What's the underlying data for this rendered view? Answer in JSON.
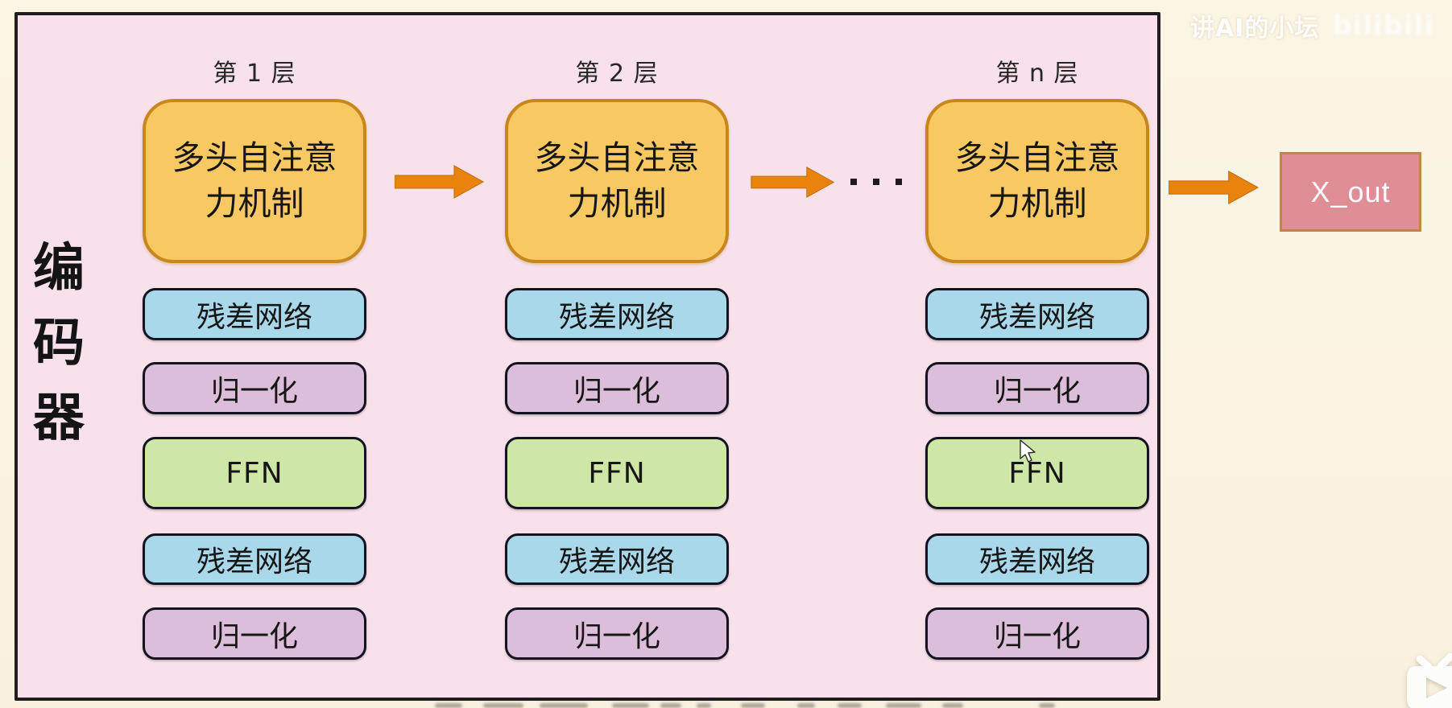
{
  "watermark": {
    "text": "讲AI的小坛",
    "logo_text": "bilibili"
  },
  "panel": {
    "label": "编码器"
  },
  "columns": [
    {
      "header": "第 1 层",
      "attention": {
        "line1": "多头自注意",
        "line2": "力机制"
      },
      "boxes": [
        "残差网络",
        "归一化",
        "FFN",
        "残差网络",
        "归一化"
      ]
    },
    {
      "header": "第 2 层",
      "attention": {
        "line1": "多头自注意",
        "line2": "力机制"
      },
      "boxes": [
        "残差网络",
        "归一化",
        "FFN",
        "残差网络",
        "归一化"
      ]
    },
    {
      "header": "第 n 层",
      "attention": {
        "line1": "多头自注意",
        "line2": "力机制"
      },
      "boxes": [
        "残差网络",
        "归一化",
        "FFN",
        "残差网络",
        "归一化"
      ]
    }
  ],
  "ellipsis": {
    "symbol": "· · ·"
  },
  "output": {
    "label": "X_out"
  },
  "colors": {
    "page_background": "#FAF3E2",
    "panel_background": "#F8E1EB",
    "panel_border": "#201C20",
    "attention_fill": "#F8C962",
    "attention_border": "#C8861B",
    "residual_fill": "#A9D8EA",
    "norm_fill": "#DCBDDA",
    "ffn_fill": "#CFE7A6",
    "small_box_border": "#141420",
    "arrow": "#E8830D",
    "output_fill": "#DF8E96",
    "output_border": "#C3834E",
    "output_text": "#FFFFFF"
  }
}
